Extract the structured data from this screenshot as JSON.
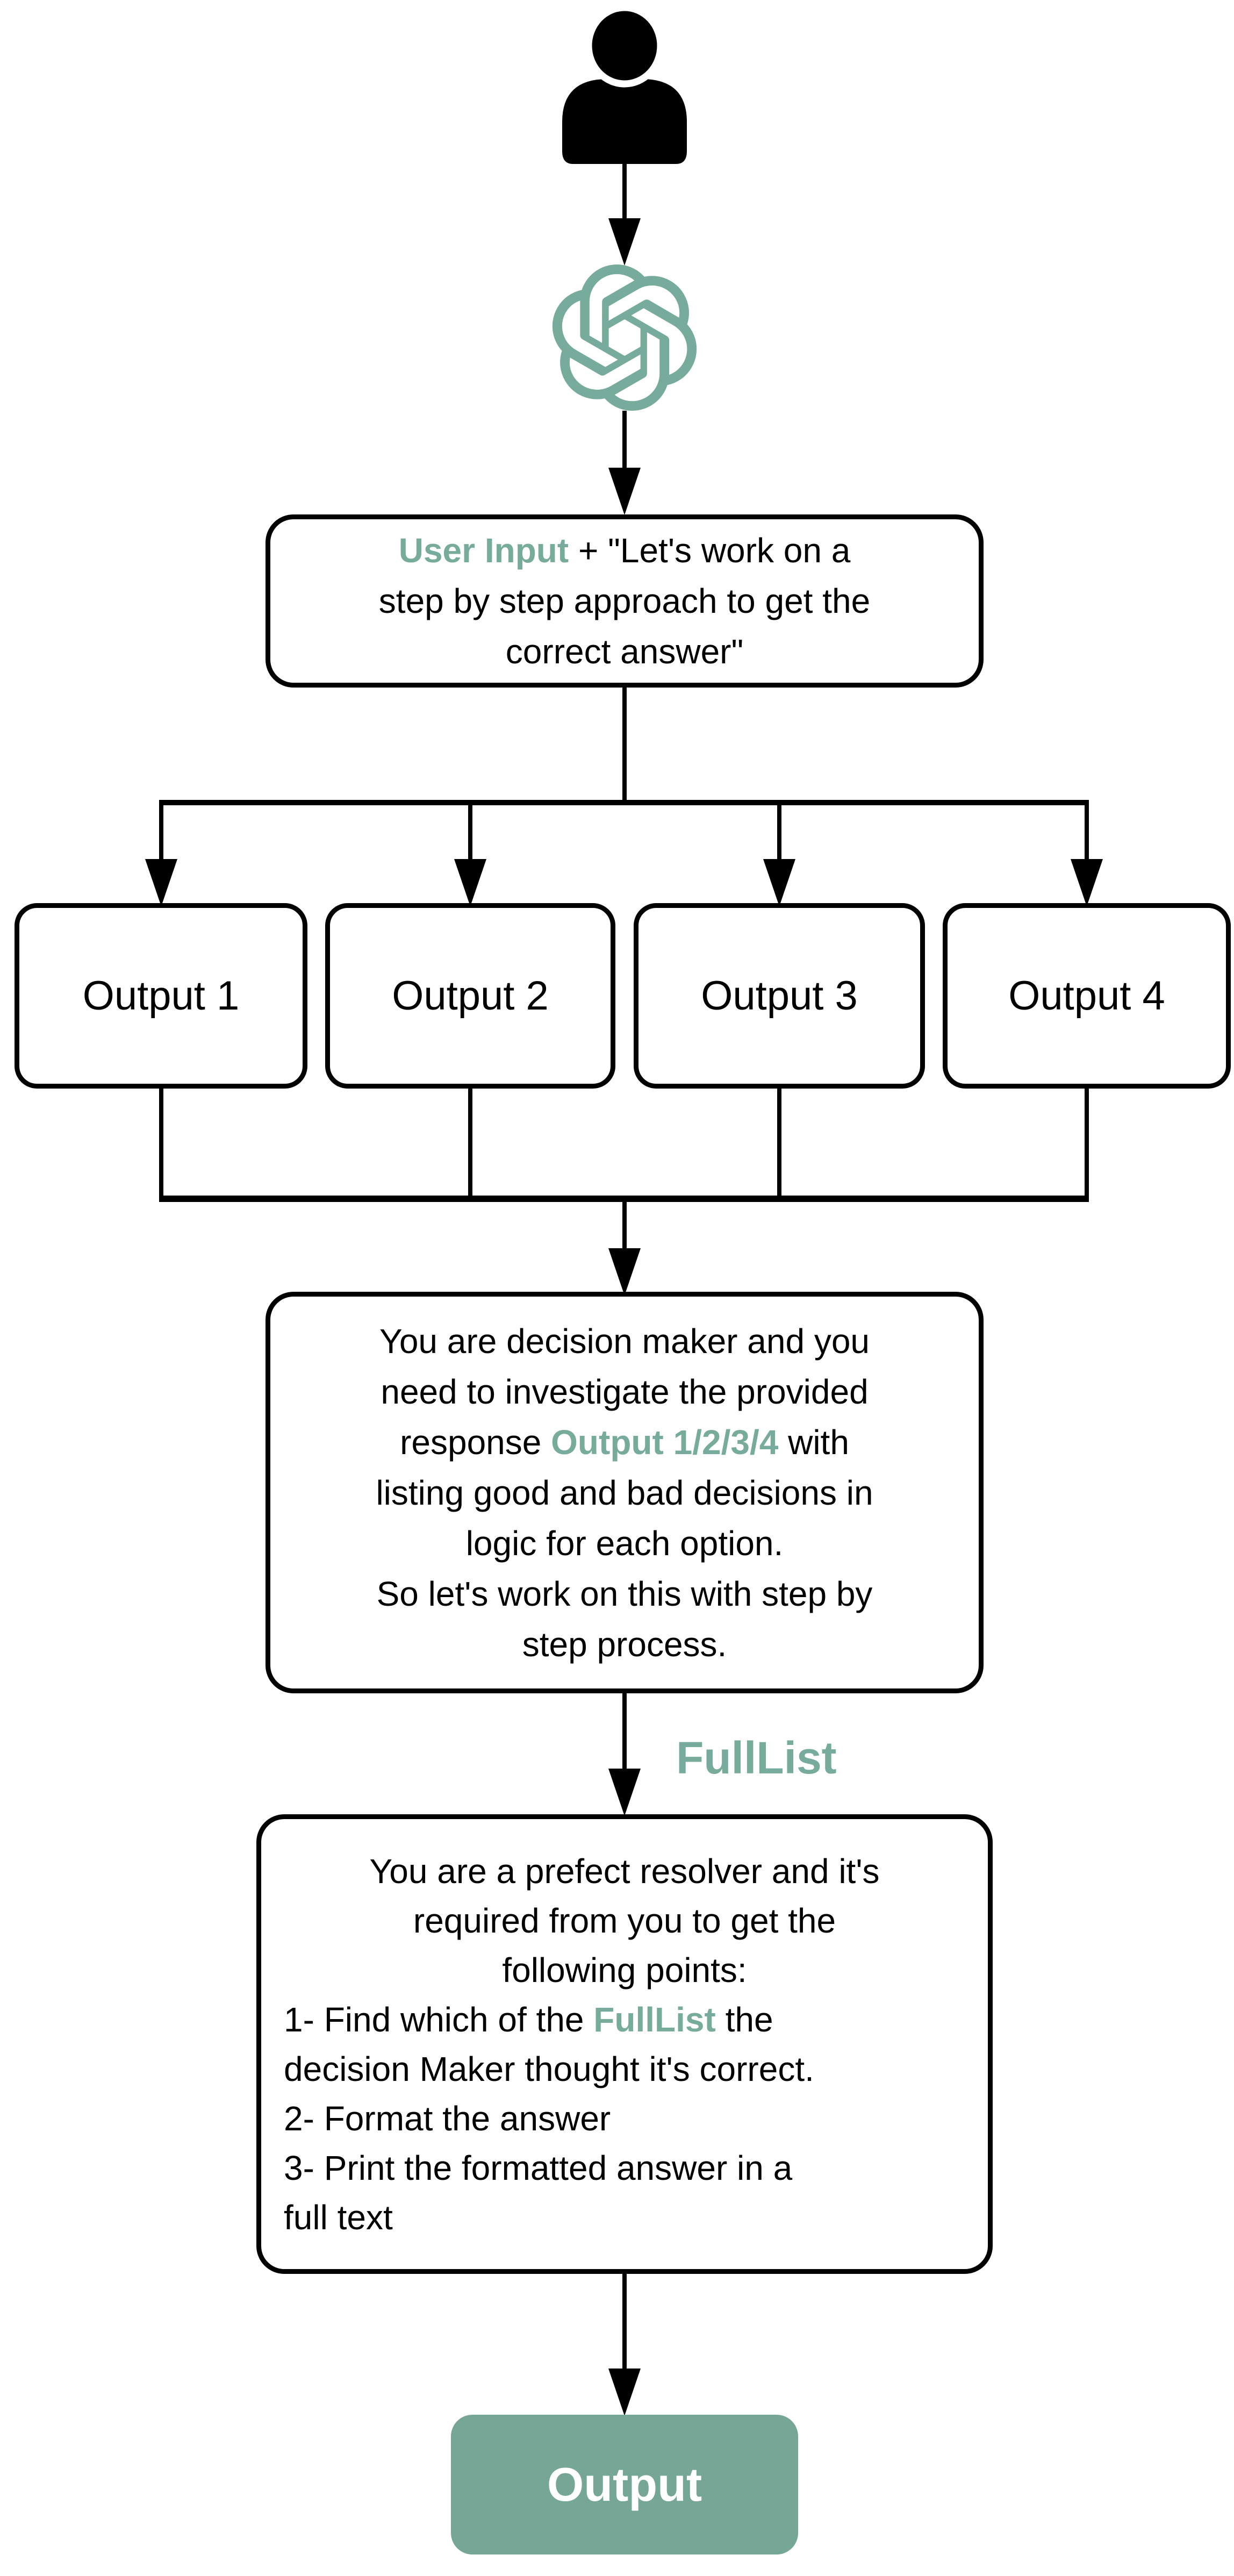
{
  "theme": {
    "accent": "#77ab9b",
    "btn-fill": "#76a796",
    "line-color": "#000000",
    "node-fill": "#ffffff",
    "text-color": "#000000"
  },
  "diagram": {
    "user_icon": "user-person-icon",
    "llm_icon": "openai-logo-icon",
    "user_input_box": {
      "lines": [
        [
          {
            "t": "User Input",
            "a": true
          },
          {
            "t": " + \"Let's work on a"
          }
        ],
        [
          {
            "t": "step by step approach to get the"
          }
        ],
        [
          {
            "t": "correct answer\""
          }
        ]
      ]
    },
    "output_boxes": [
      "Output 1",
      "Output 2",
      "Output 3",
      "Output 4"
    ],
    "decision_box": {
      "lines": [
        [
          {
            "t": "You are decision maker and you"
          }
        ],
        [
          {
            "t": "need to investigate the provided"
          }
        ],
        [
          {
            "t": "response "
          },
          {
            "t": "Output 1/2/3/4",
            "a": true
          },
          {
            "t": " with"
          }
        ],
        [
          {
            "t": "listing good and bad decisions in"
          }
        ],
        [
          {
            "t": "logic for each option."
          }
        ],
        [
          {
            "t": "So let's work on this with step by"
          }
        ],
        [
          {
            "t": "step process."
          }
        ]
      ]
    },
    "edge_label": "FullList",
    "resolver_box": {
      "centered_lines": [
        [
          {
            "t": "You are a prefect resolver and it's"
          }
        ],
        [
          {
            "t": "required from you to get the"
          }
        ],
        [
          {
            "t": "following points:"
          }
        ]
      ],
      "list_lines": [
        [
          {
            "t": "1- Find which of the "
          },
          {
            "t": "FullList",
            "a": true
          },
          {
            "t": " the"
          }
        ],
        [
          {
            "t": "decision Maker thought it's correct."
          }
        ],
        [
          {
            "t": "2- Format the answer"
          }
        ],
        [
          {
            "t": "3- Print the formatted answer in a"
          }
        ],
        [
          {
            "t": "full text"
          }
        ]
      ]
    },
    "output_button": {
      "label": "Output"
    }
  }
}
